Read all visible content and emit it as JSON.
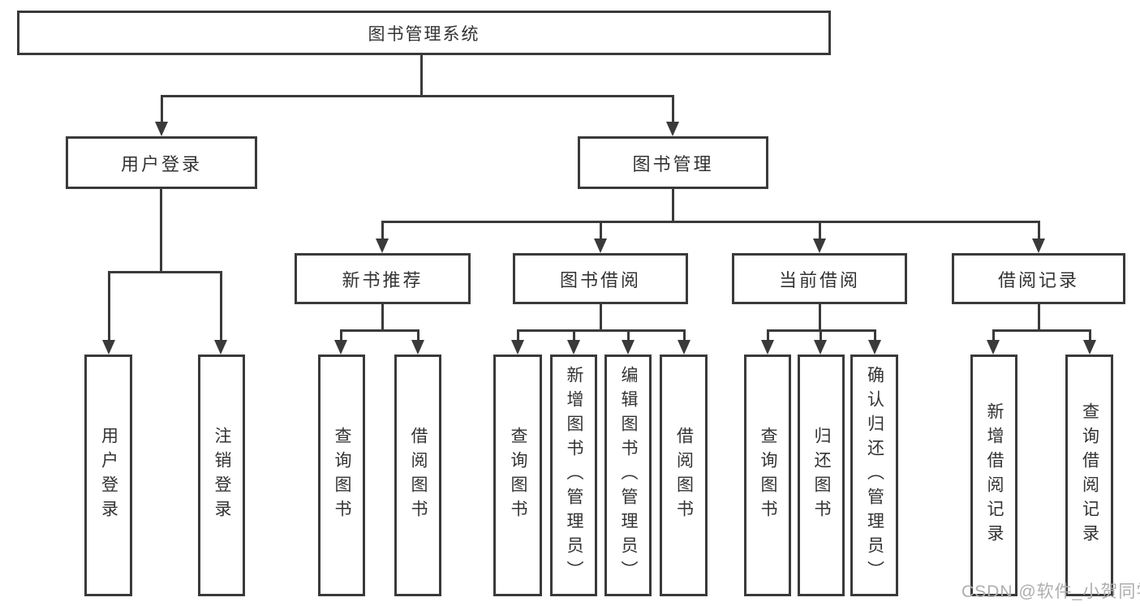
{
  "diagram_title": "图书管理系统",
  "colors": {
    "line": "#3a3a3a",
    "text": "#333333",
    "watermark": "#aeaeae",
    "background": "#ffffff"
  },
  "tree": {
    "label": "图书管理系统",
    "children": [
      {
        "label": "用户登录",
        "children": [
          {
            "label": "用户登录"
          },
          {
            "label": "注销登录"
          }
        ]
      },
      {
        "label": "图书管理",
        "children": [
          {
            "label": "新书推荐",
            "children": [
              {
                "label": "查询图书"
              },
              {
                "label": "借阅图书"
              }
            ]
          },
          {
            "label": "图书借阅",
            "children": [
              {
                "label": "查询图书"
              },
              {
                "label": "新增图书（管理员）"
              },
              {
                "label": "编辑图书（管理员）"
              },
              {
                "label": "借阅图书"
              }
            ]
          },
          {
            "label": "当前借阅",
            "children": [
              {
                "label": "查询图书"
              },
              {
                "label": "归还图书"
              },
              {
                "label": "确认归还（管理员）"
              }
            ]
          },
          {
            "label": "借阅记录",
            "children": [
              {
                "label": "新增借阅记录"
              },
              {
                "label": "查询借阅记录"
              }
            ]
          }
        ]
      }
    ]
  },
  "watermark": {
    "text": "CSDN @软件_小贺同学"
  }
}
